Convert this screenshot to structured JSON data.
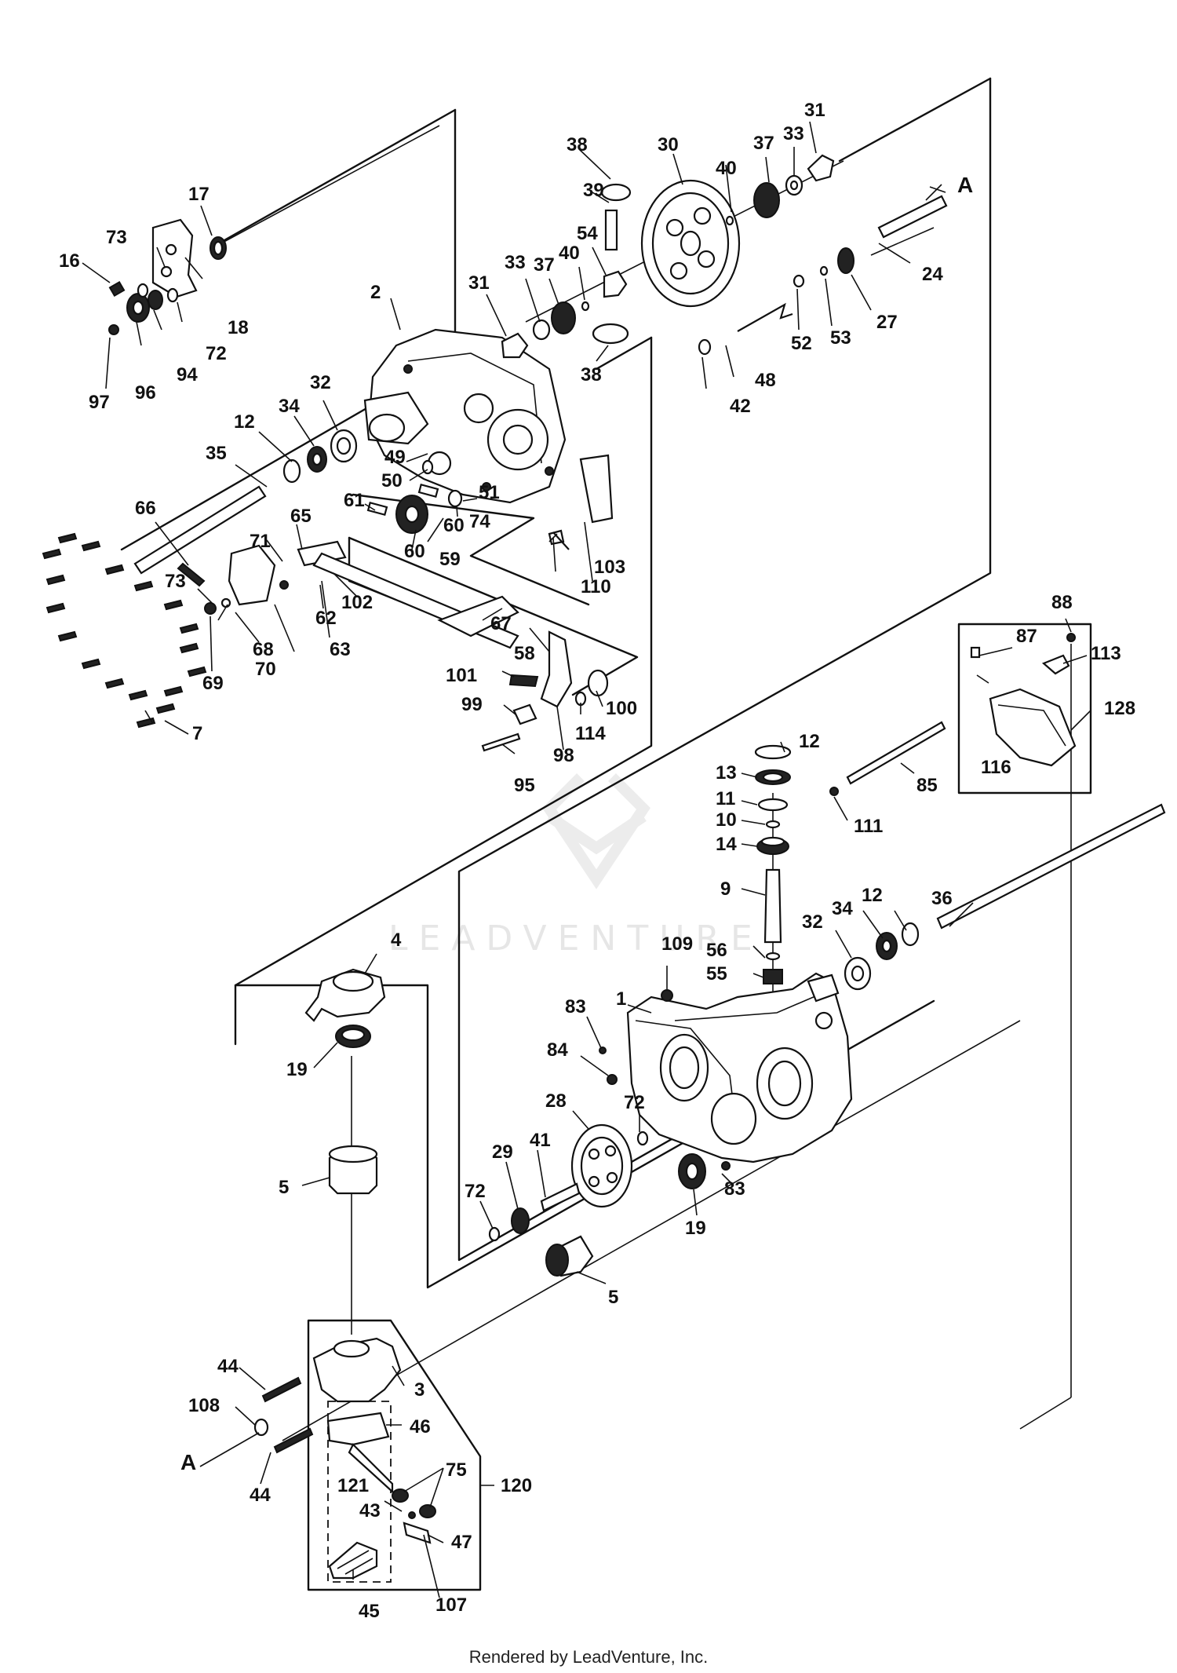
{
  "footer": "Rendered by LeadVenture, Inc.",
  "watermark": "LEADVENTURE",
  "section_marker": "A",
  "labels": {
    "p1": "1",
    "p2": "2",
    "p3": "3",
    "p4": "4",
    "p5a": "5",
    "p5b": "5",
    "p7": "7",
    "p9": "9",
    "p10": "10",
    "p11": "11",
    "p12a": "12",
    "p12b": "12",
    "p12c": "12",
    "p13": "13",
    "p14": "14",
    "p16": "16",
    "p17": "17",
    "p18": "18",
    "p19a": "19",
    "p19b": "19",
    "p24": "24",
    "p27": "27",
    "p28": "28",
    "p29": "29",
    "p30": "30",
    "p31a": "31",
    "p31b": "31",
    "p32a": "32",
    "p32b": "32",
    "p33a": "33",
    "p33b": "33",
    "p34a": "34",
    "p34b": "34",
    "p35": "35",
    "p36": "36",
    "p37a": "37",
    "p37b": "37",
    "p38a": "38",
    "p38b": "38",
    "p39": "39",
    "p40a": "40",
    "p40b": "40",
    "p41": "41",
    "p42": "42",
    "p43": "43",
    "p44a": "44",
    "p44b": "44",
    "p45": "45",
    "p46": "46",
    "p47": "47",
    "p48": "48",
    "p49": "49",
    "p50": "50",
    "p51": "51",
    "p52": "52",
    "p53": "53",
    "p54": "54",
    "p55": "55",
    "p56": "56",
    "p58": "58",
    "p59": "59",
    "p60a": "60",
    "p60b": "60",
    "p61": "61",
    "p62": "62",
    "p63": "63",
    "p65": "65",
    "p66": "66",
    "p67": "67",
    "p68": "68",
    "p69": "69",
    "p70": "70",
    "p71": "71",
    "p72a": "72",
    "p72b": "72",
    "p72c": "72",
    "p73a": "73",
    "p73b": "73",
    "p74": "74",
    "p75": "75",
    "p83a": "83",
    "p83b": "83",
    "p84": "84",
    "p85": "85",
    "p87": "87",
    "p88": "88",
    "p94": "94",
    "p95": "95",
    "p96": "96",
    "p97": "97",
    "p98": "98",
    "p99": "99",
    "p100": "100",
    "p101": "101",
    "p102": "102",
    "p103": "103",
    "p107": "107",
    "p108": "108",
    "p109": "109",
    "p110": "110",
    "p111": "111",
    "p113": "113",
    "p114": "114",
    "p116": "116",
    "p120": "120",
    "p121": "121",
    "p128": "128",
    "markerA1": "A",
    "markerA2": "A"
  }
}
